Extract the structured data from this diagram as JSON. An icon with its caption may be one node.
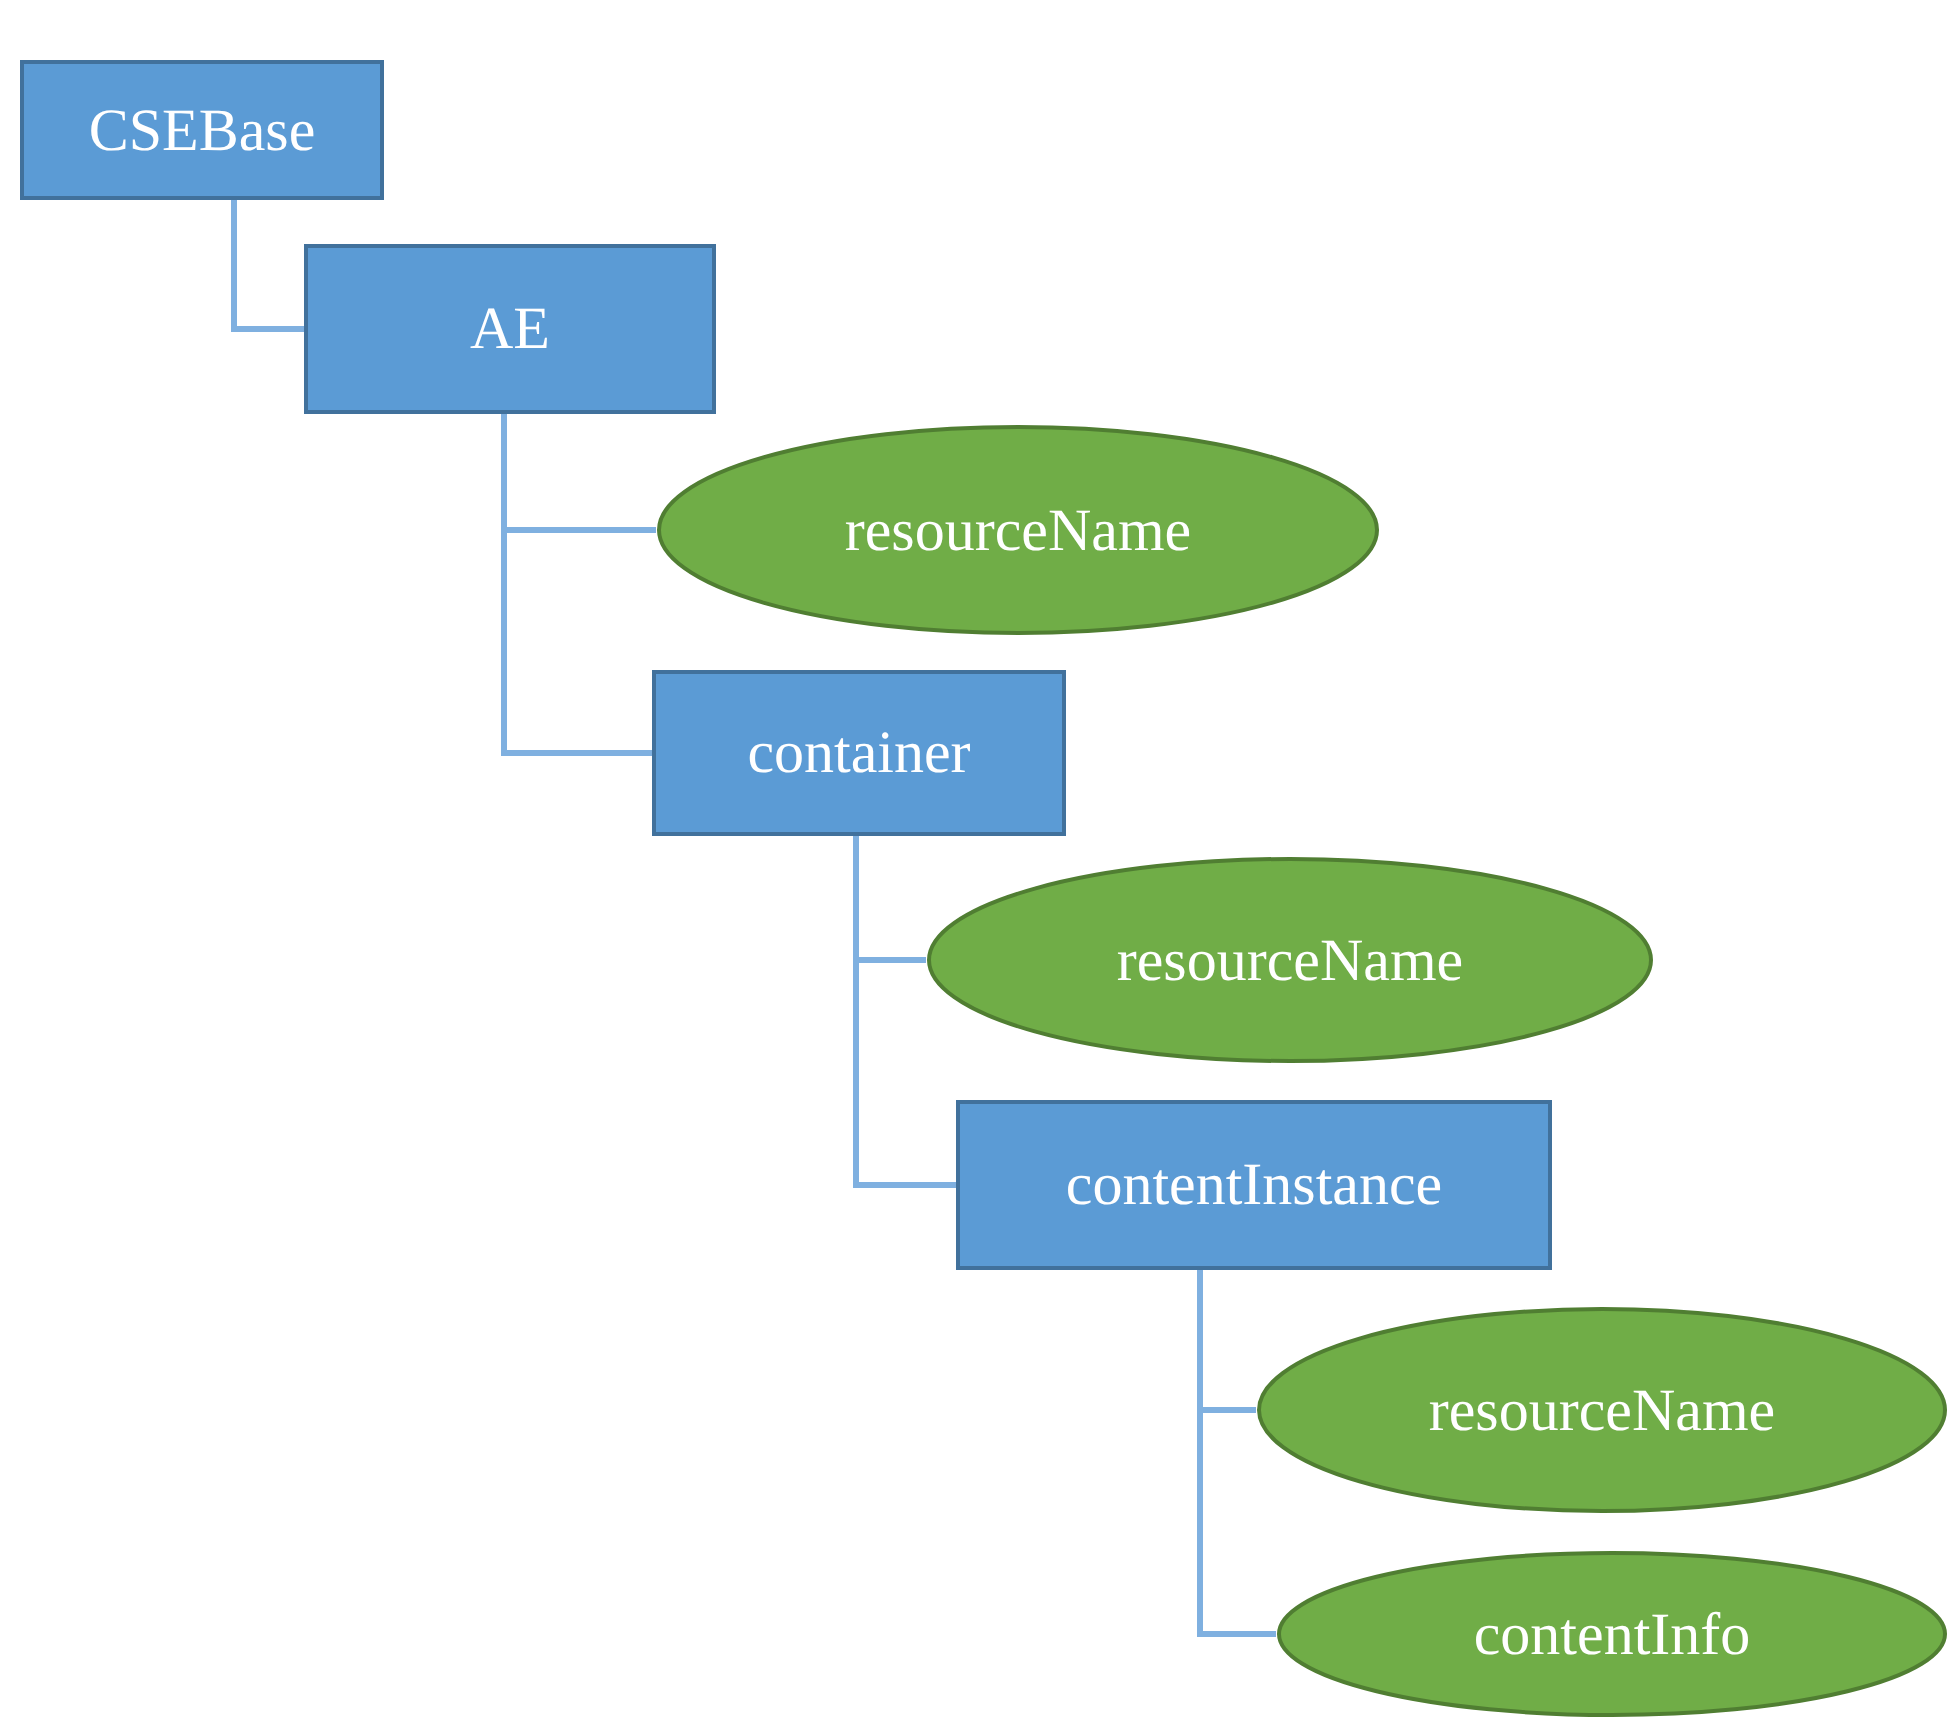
{
  "diagram": {
    "nodes": [
      {
        "text": [
          "CSEBase"
        ]
      },
      {
        "text": [
          "AE"
        ]
      },
      {
        "text": [
          "resourceName"
        ]
      },
      {
        "text": [
          "container"
        ]
      },
      {
        "text": [
          "resourceName"
        ]
      },
      {
        "text": [
          "contentInstance"
        ]
      },
      {
        "text": [
          "resourceName"
        ]
      },
      {
        "text": [
          "contentInfo"
        ]
      }
    ],
    "edges": [
      {
        "from": 0,
        "to": 1,
        "arrow": "none"
      },
      {
        "from": 1,
        "to": 2,
        "arrow": "none"
      },
      {
        "from": 1,
        "to": 3,
        "arrow": "none"
      },
      {
        "from": 3,
        "to": 4,
        "arrow": "none"
      },
      {
        "from": 3,
        "to": 5,
        "arrow": "none"
      },
      {
        "from": 5,
        "to": 6,
        "arrow": "none"
      },
      {
        "from": 5,
        "to": 7,
        "arrow": "none"
      }
    ]
  }
}
